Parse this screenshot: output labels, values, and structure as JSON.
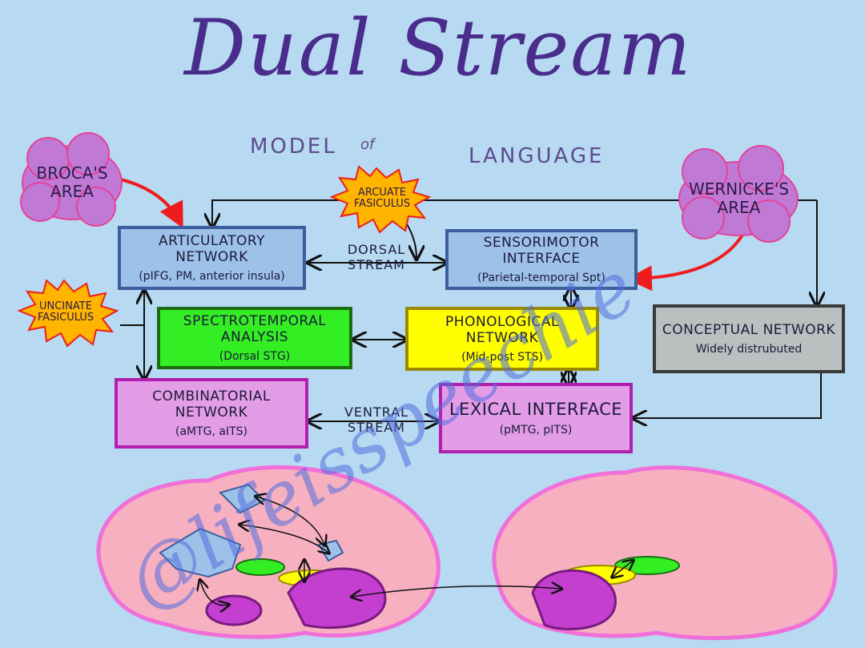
{
  "title": "Dual Stream",
  "subtitle": {
    "model": "MODEL",
    "of": "of",
    "language": "LANGUAGE"
  },
  "clouds": {
    "broca": "BROCA'S AREA",
    "wernicke": "WERNICKE'S AREA"
  },
  "bursts": {
    "arcuate": "ARCUATE FASICULUS",
    "uncinate": "UNCINATE FASICULUS"
  },
  "boxes": {
    "articulatory": {
      "title": "Articulatory Network",
      "sub": "(pIFG, PM, anterior insula)"
    },
    "sensorimotor": {
      "title": "Sensorimotor Interface",
      "sub": "(Parietal-temporal Spt)"
    },
    "spectrotemporal": {
      "title": "Spectrotemporal Analysis",
      "sub": "(Dorsal STG)"
    },
    "phonological": {
      "title": "Phonological Network",
      "sub": "(Mid-post STS)"
    },
    "conceptual": {
      "title": "Conceptual Network",
      "sub": "Widely distrubuted"
    },
    "combinatorial": {
      "title": "Combinatorial Network",
      "sub": "(aMTG, aITS)"
    },
    "lexical": {
      "title": "Lexical Interface",
      "sub": "(pMTG, pITS)"
    }
  },
  "streams": {
    "dorsal": "DORSAL STREAM",
    "ventral": "VENTRAL STREAM"
  },
  "watermark": "@lifeisspeechie",
  "colors": {
    "background": "#b7d9f1",
    "articulatory": "#9ec1ea",
    "spectrotemporal": "#33ee22",
    "phonological": "#ffff00",
    "conceptual": "#b9c0bf",
    "combinatorial": "#e39ce6",
    "cloud": "#c07ad6",
    "burst": "#ffb400",
    "arrow_red": "#ee1c1c"
  }
}
